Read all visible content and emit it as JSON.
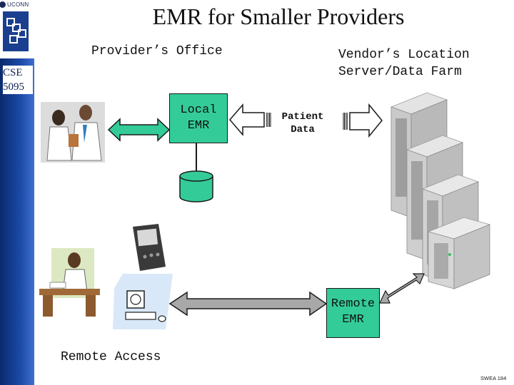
{
  "header": {
    "institution": "UCONN",
    "course_line1": "CSE",
    "course_line2": "5095",
    "title": "EMR for Smaller Providers"
  },
  "labels": {
    "providers_office": "Provider’s Office",
    "vendor_line1": "Vendor’s Location",
    "vendor_line2": "Server/Data Farm",
    "local_emr_line1": "Local",
    "local_emr_line2": "EMR",
    "patient_line1": "Patient",
    "patient_line2": "Data",
    "remote_emr_line1": "Remote",
    "remote_emr_line2": "EMR",
    "remote_access": "Remote Access"
  },
  "footer": {
    "slide_id": "SWEA 184"
  },
  "colors": {
    "emr_box": "#33cc99",
    "arrow_green": "#33cc99",
    "sidebar": "#1c4aa8",
    "arrow_grey": "#a8a8a8"
  },
  "icons": {
    "doctors": "doctors-clipart-icon",
    "database": "database-cylinder-icon",
    "pda": "pda-device-icon",
    "desk_worker": "office-worker-clipart-icon",
    "computer": "computer-terminal-icon",
    "servers": "server-rack-icon"
  }
}
